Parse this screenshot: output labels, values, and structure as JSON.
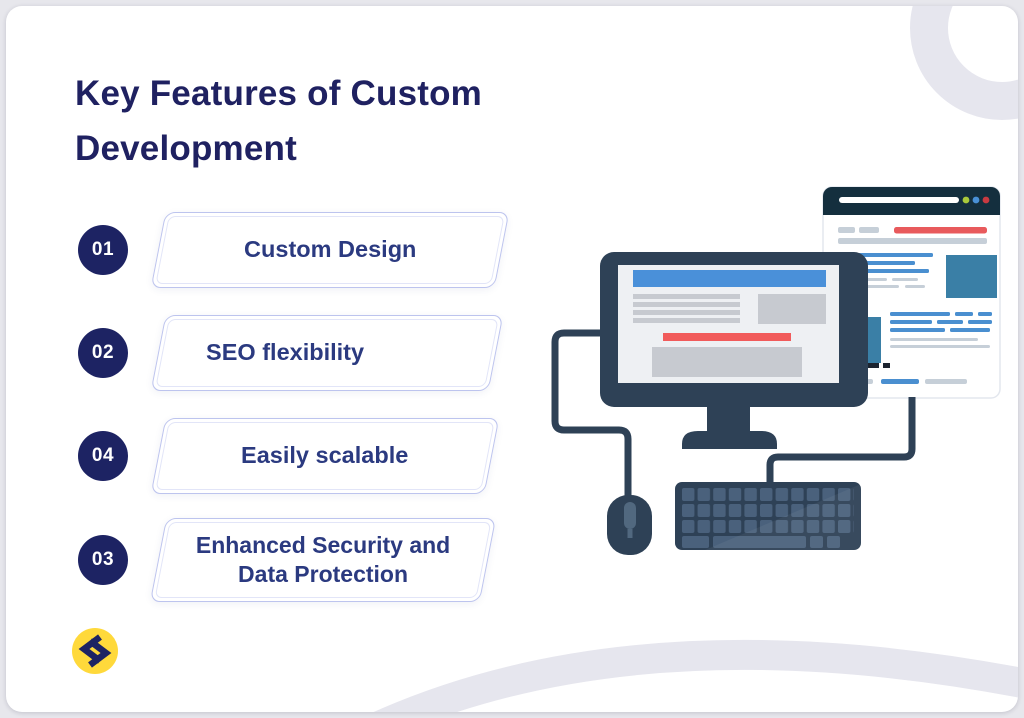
{
  "title": "Key Features of Custom Development",
  "features": [
    {
      "number": "01",
      "label": "Custom Design"
    },
    {
      "number": "02",
      "label": "SEO flexibility"
    },
    {
      "number": "04",
      "label": "Easily scalable"
    },
    {
      "number": "03",
      "label": "Enhanced Security and Data Protection"
    }
  ],
  "logo": {
    "icon": "code-arrows-logo",
    "background": "#FFD93B",
    "glyph_color": "#1D2363"
  },
  "illustration": {
    "description": "Desktop monitor with webpage, browser window, keyboard and mouse",
    "colors": {
      "device_dark": "#2E4156",
      "browser_header": "#142F3E",
      "accent_blue": "#4A90D9",
      "accent_red": "#F15B5B",
      "teal_block": "#3A7FA6",
      "content_gray": "#C6CFD8",
      "key_gray": "#4A617C"
    },
    "browser_dots": [
      "#A9C93B",
      "#4990D6",
      "#C93A41"
    ]
  },
  "theme": {
    "title_color": "#1F2161",
    "label_color": "#2B3A80",
    "badge_background": "#1D2363",
    "badge_text": "#FFFFFF",
    "box_border": "#BDC4EE",
    "decor_gray": "#E6E6EE",
    "card_background": "#FFFFFF",
    "page_background": "#E7E7EC"
  }
}
